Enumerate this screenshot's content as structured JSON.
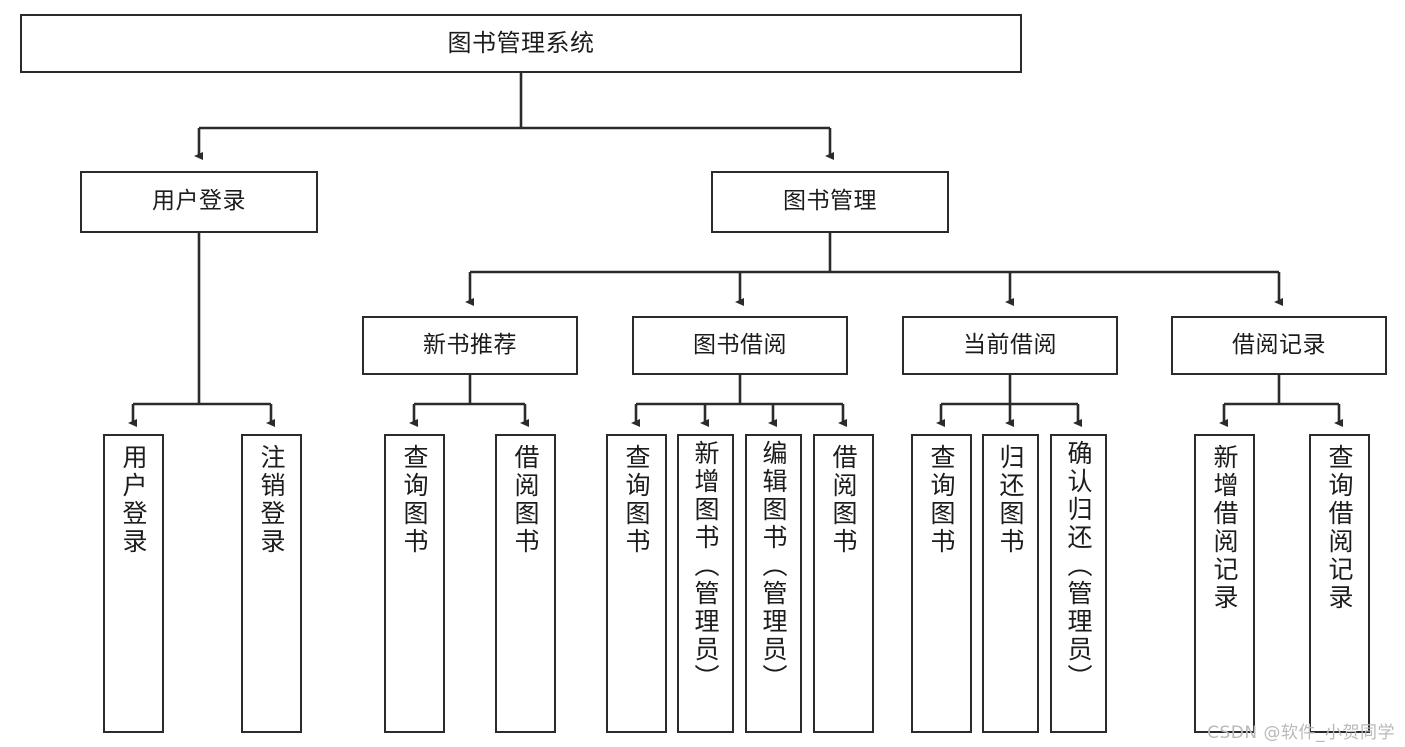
{
  "diagram": {
    "type": "tree",
    "title": "图书管理系统",
    "orientation": "top-down",
    "colors": {
      "node_border": "#2b2b2b",
      "node_fill": "#ffffff",
      "edge": "#2b2b2b",
      "text": "#1c1c1c",
      "watermark": "#b9b9b9",
      "background": "#ffffff"
    }
  },
  "watermark": {
    "text": "CSDN @软件_小贺同学"
  },
  "nodes": {
    "root": {
      "label": "图书管理系统"
    },
    "level2": [
      {
        "id": "user-login",
        "label": "用户登录"
      },
      {
        "id": "book-manage",
        "label": "图书管理"
      }
    ],
    "level3": [
      {
        "id": "new-book-recommend",
        "label": "新书推荐"
      },
      {
        "id": "book-borrow",
        "label": "图书借阅"
      },
      {
        "id": "current-borrow",
        "label": "当前借阅"
      },
      {
        "id": "borrow-record",
        "label": "借阅记录"
      }
    ],
    "leaves": [
      {
        "id": "leaf-user-login",
        "label": "用户登录",
        "parent": "user-login"
      },
      {
        "id": "leaf-logout-login",
        "label": "注销登录",
        "parent": "user-login"
      },
      {
        "id": "leaf-query-book-1",
        "label": "查询图书",
        "parent": "new-book-recommend"
      },
      {
        "id": "leaf-borrow-book-1",
        "label": "借阅图书",
        "parent": "new-book-recommend"
      },
      {
        "id": "leaf-query-book-2",
        "label": "查询图书",
        "parent": "book-borrow"
      },
      {
        "id": "leaf-add-book",
        "label": "新增图书（管理员）",
        "parent": "book-borrow"
      },
      {
        "id": "leaf-edit-book",
        "label": "编辑图书（管理员）",
        "parent": "book-borrow"
      },
      {
        "id": "leaf-borrow-book-2",
        "label": "借阅图书",
        "parent": "book-borrow"
      },
      {
        "id": "leaf-query-book-3",
        "label": "查询图书",
        "parent": "current-borrow"
      },
      {
        "id": "leaf-return-book",
        "label": "归还图书",
        "parent": "current-borrow"
      },
      {
        "id": "leaf-confirm-return",
        "label": "确认归还（管理员）",
        "parent": "current-borrow"
      },
      {
        "id": "leaf-add-record",
        "label": "新增借阅记录",
        "parent": "borrow-record"
      },
      {
        "id": "leaf-query-record",
        "label": "查询借阅记录",
        "parent": "borrow-record"
      }
    ]
  }
}
